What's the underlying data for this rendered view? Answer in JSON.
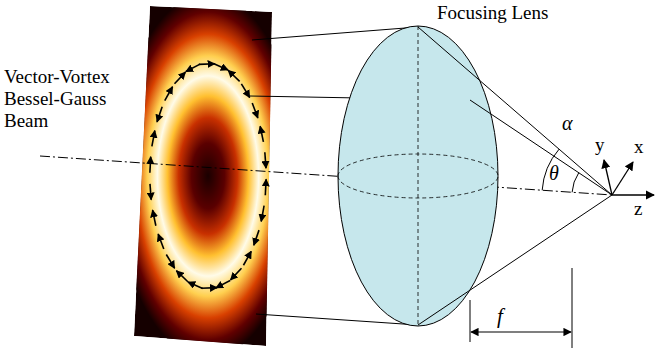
{
  "diagram": {
    "labels": [
      "Focusing Lens",
      "Vector-Vortex Bessel-Gauss Beam",
      "α",
      "θ",
      "y",
      "x",
      "z",
      "f"
    ]
  }
}
